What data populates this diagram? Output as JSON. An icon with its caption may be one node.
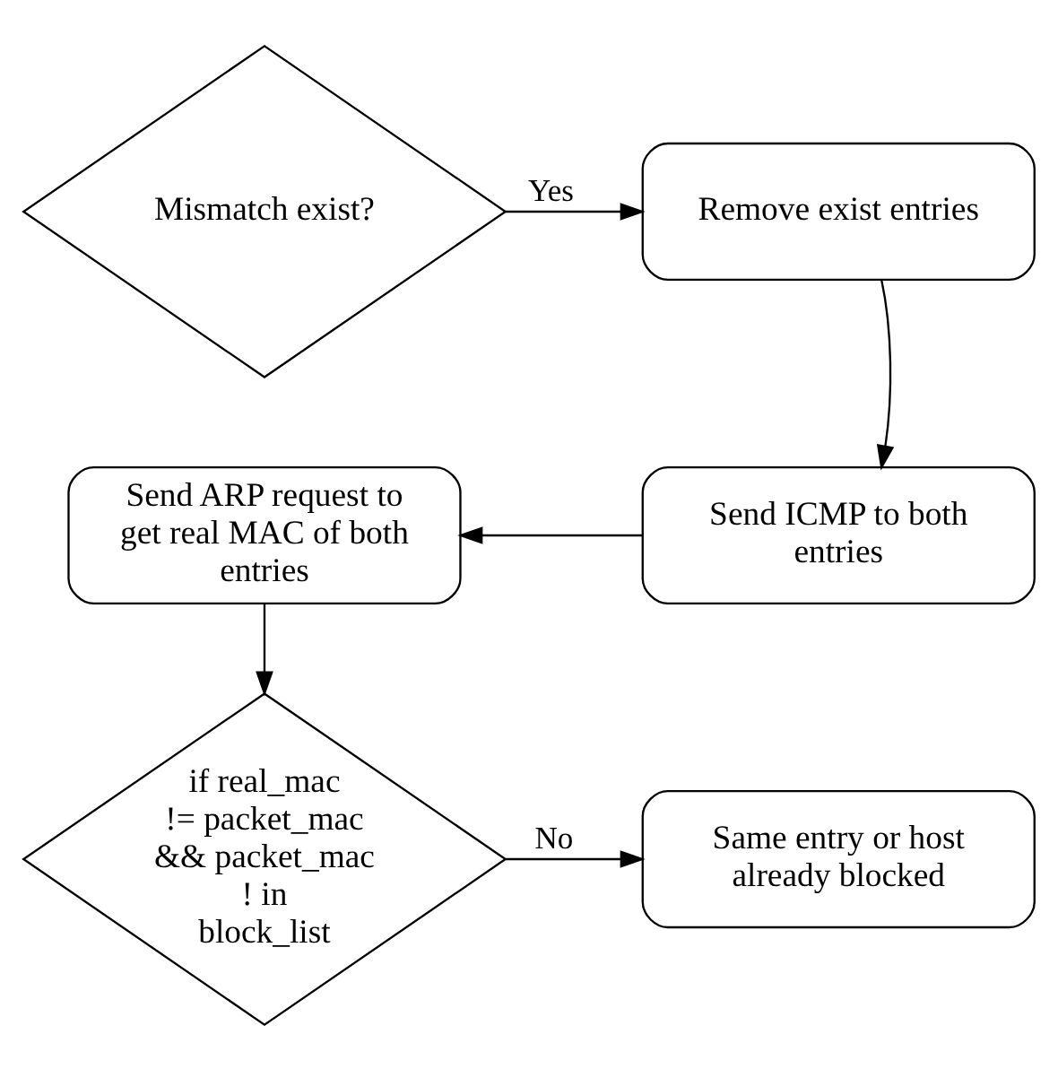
{
  "diagram": {
    "nodes": [
      {
        "text": [
          "Mismatch exist?"
        ]
      },
      {
        "text": [
          "Remove exist entries"
        ]
      },
      {
        "text": [
          "Send ICMP to both entries"
        ]
      },
      {
        "text": [
          "Send ARP request to get real MAC of both entries"
        ]
      },
      {
        "text": [
          "if real_mac != packet_mac && packet_mac ! in block_list"
        ]
      },
      {
        "text": [
          "Same entry or host already blocked"
        ]
      }
    ],
    "edges": [
      {
        "from": 0,
        "to": 1,
        "arrow": "to",
        "label": "Yes"
      },
      {
        "from": 1,
        "to": 2,
        "arrow": "to"
      },
      {
        "from": 2,
        "to": 3,
        "arrow": "to"
      },
      {
        "from": 3,
        "to": 4,
        "arrow": "to"
      },
      {
        "from": 4,
        "to": 5,
        "arrow": "to",
        "label": "No"
      }
    ]
  }
}
